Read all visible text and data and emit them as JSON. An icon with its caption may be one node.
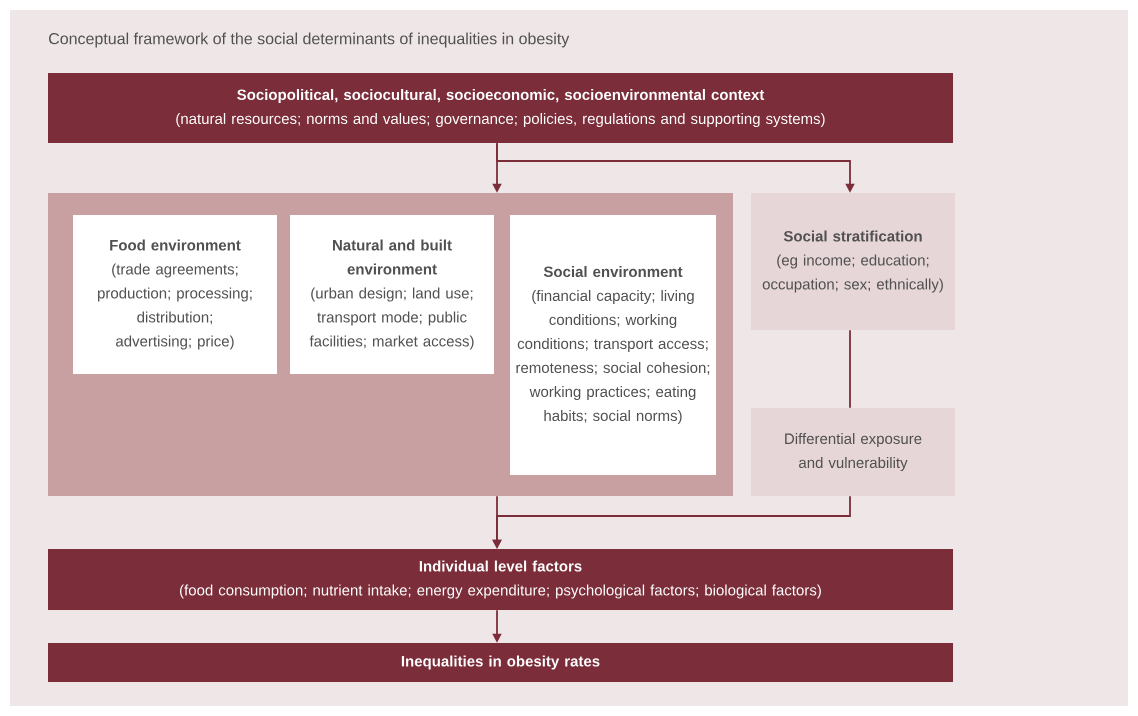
{
  "diagram": {
    "title": "Conceptual framework of the social determinants of inequalities in obesity",
    "nodes": [
      {
        "text": [
          "Sociopolitical, sociocultural, socioeconomic, socioenvironmental context",
          "(natural resources; norms and values; governance; policies, regulations and supporting systems)"
        ]
      },
      {
        "text": [],
        "shape": "box"
      },
      {
        "text": [
          "Food environment",
          "(trade agreements; production; processing; distribution; advertising; price)"
        ],
        "in": 1
      },
      {
        "text": [
          "Natural and built environment",
          "(urban design; land use; transport mode; public facilities; market access)"
        ],
        "in": 1
      },
      {
        "text": [
          "Social environment",
          "(financial capacity; living conditions; working conditions; transport access; remoteness; social cohesion; working practices; eating habits; social norms)"
        ],
        "in": 1
      },
      {
        "text": [
          "Social stratification",
          "(eg income; education; occupation; sex; ethnically)"
        ]
      },
      {
        "text": [
          "Differential exposure and vulnerability"
        ]
      },
      {
        "text": [
          "Individual level factors",
          "(food consumption; nutrient intake; energy expenditure; psychological factors; biological factors)"
        ]
      },
      {
        "text": [
          "Inequalities in obesity rates"
        ]
      }
    ],
    "edges": [
      {
        "from": 0,
        "to": 1,
        "arrow": "to"
      },
      {
        "from": 0,
        "to": 5,
        "arrow": "to"
      },
      {
        "from": 5,
        "to": 6,
        "arrow": "none"
      },
      {
        "from": 1,
        "to": 7,
        "arrow": "to"
      },
      {
        "from": 6,
        "to": 7,
        "arrow": "to"
      },
      {
        "from": 7,
        "to": 8,
        "arrow": "to"
      }
    ]
  }
}
